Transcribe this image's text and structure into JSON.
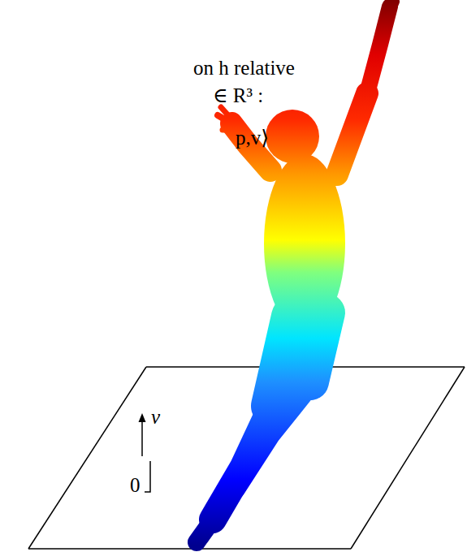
{
  "diagram": {
    "labels": [
      "on h relative",
      "∈ R³ :",
      "p,v⟩",
      "v",
      "0"
    ]
  }
}
